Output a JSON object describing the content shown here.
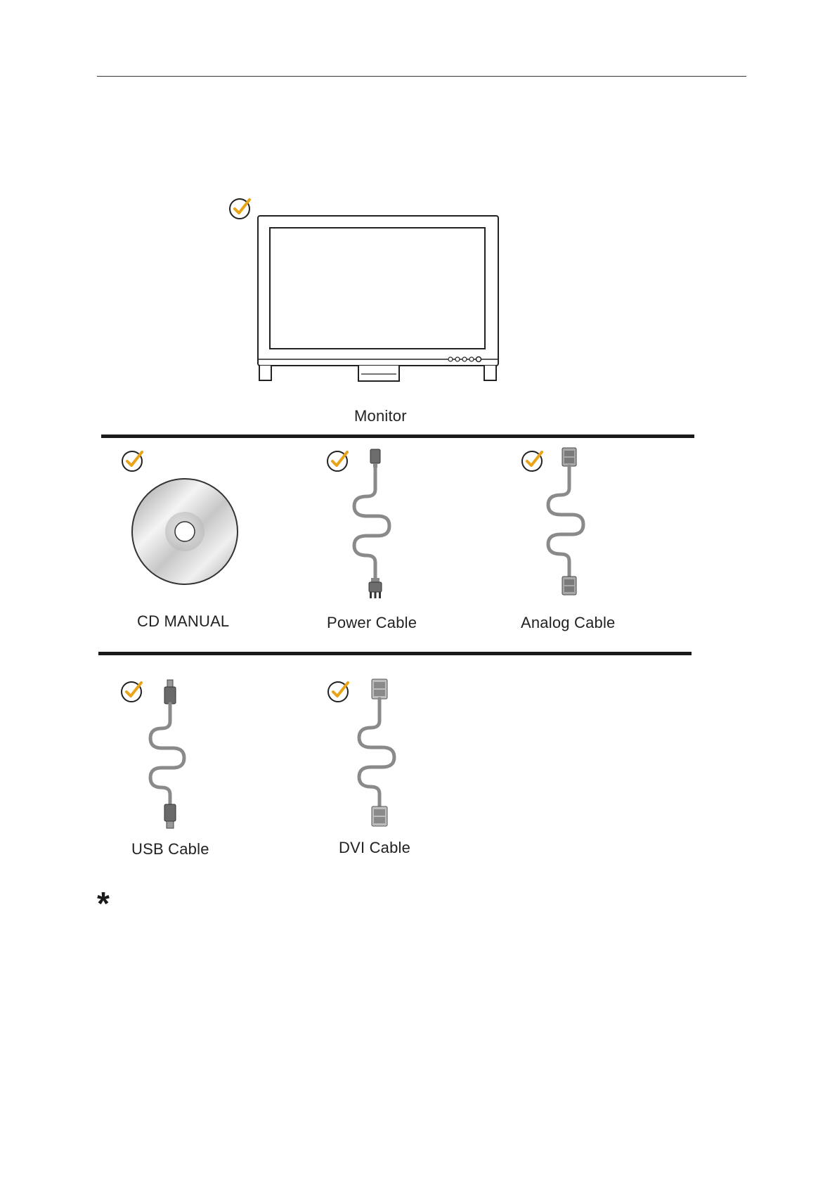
{
  "items": {
    "monitor": "Monitor",
    "cd_manual": "CD MANUAL",
    "power_cable": "Power Cable",
    "analog_cable": "Analog Cable",
    "usb_cable": "USB Cable",
    "dvi_cable": "DVI Cable"
  },
  "footnote_mark": "*",
  "colors": {
    "check": "#e8a317",
    "ink": "#222222",
    "cable": "#777777"
  },
  "icons": [
    "check-icon",
    "monitor-icon",
    "cd-icon",
    "power-cable-icon",
    "analog-cable-icon",
    "usb-cable-icon",
    "dvi-cable-icon"
  ]
}
